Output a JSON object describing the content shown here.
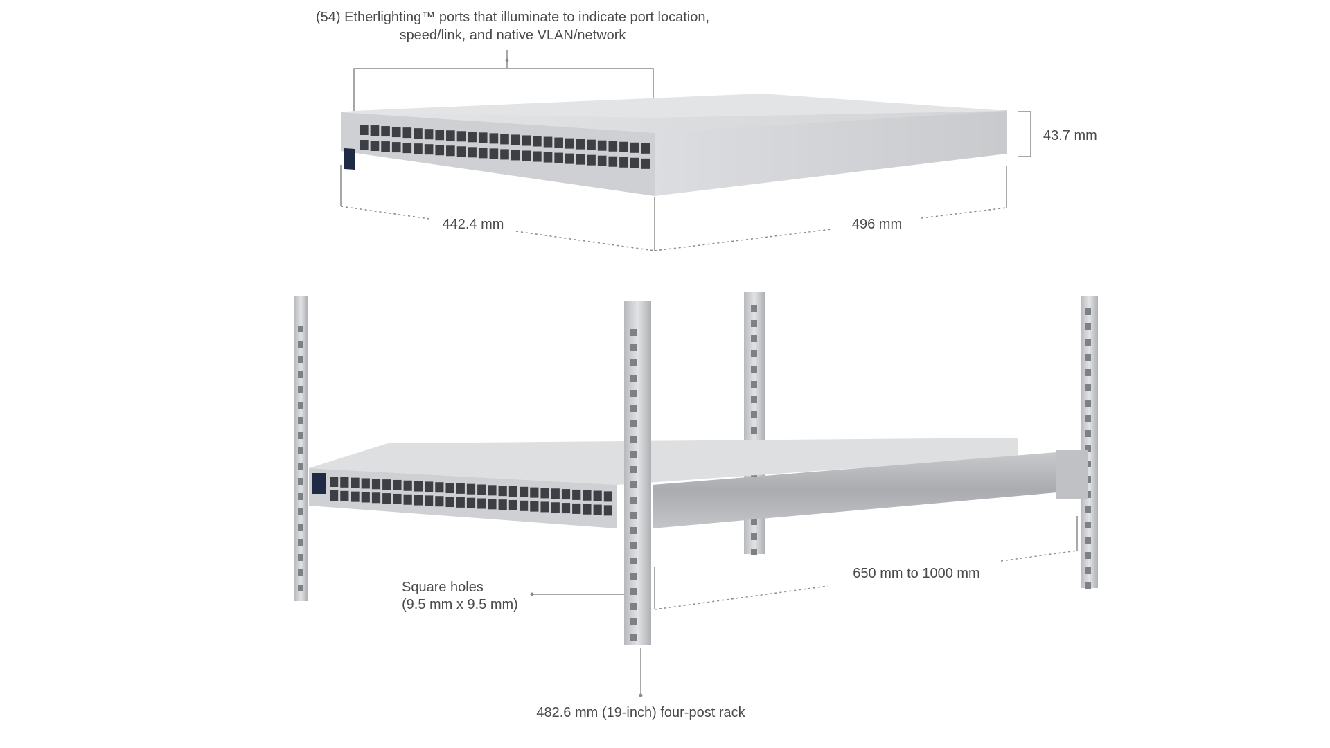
{
  "callouts": {
    "ports_line1": "(54) Etherlighting™ ports that illuminate to indicate port location,",
    "ports_line2": "speed/link, and native VLAN/network",
    "height": "43.7 mm",
    "width": "442.4 mm",
    "depth": "496 mm",
    "square_holes_line1": "Square holes",
    "square_holes_line2": "(9.5 mm x 9.5 mm)",
    "rack_depth": "650 mm to 1000 mm",
    "rack_type": "482.6 mm (19-inch) four-post rack"
  },
  "colors": {
    "chassis": "#d9dadc",
    "chassis_top": "#e6e7e9",
    "port": "#3d3f44",
    "display": "#1f2a44",
    "text": "#4a4a4a",
    "rack": "#c4c6c9"
  }
}
